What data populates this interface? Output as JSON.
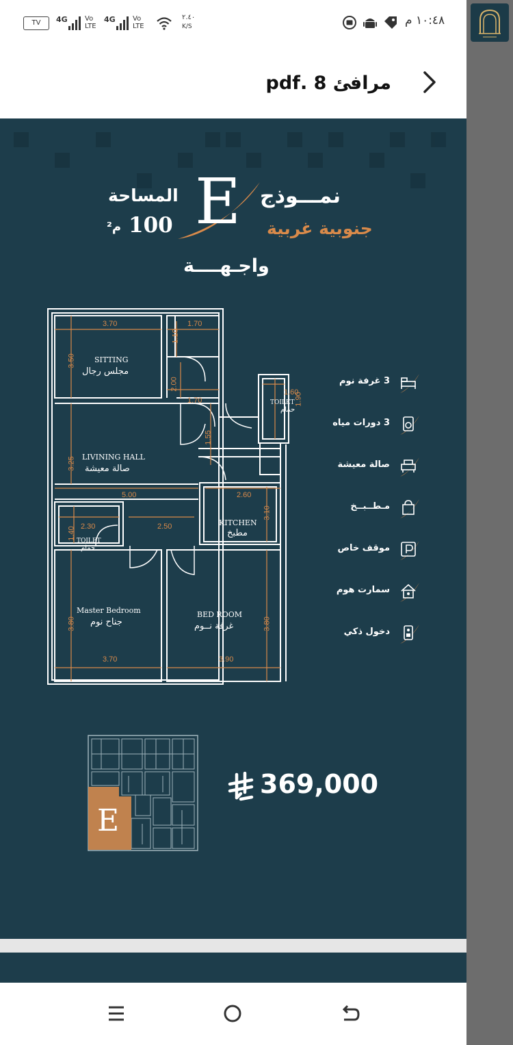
{
  "status_bar": {
    "left_badge": "TV",
    "net1": "4G",
    "volte1": "Vo LTE",
    "net2": "4G",
    "volte2": "Vo LTE",
    "speed_value": "٢.٤٠",
    "speed_unit": "K/S",
    "time": "١٠:٤٨ م"
  },
  "header": {
    "title": "مرافئ 8 .pdf"
  },
  "flyer": {
    "model_label": "نمـــوذج",
    "model_letter": "E",
    "orientation": "جنوبية غربية",
    "area_label": "المساحة",
    "area_value": "100",
    "area_unit": "م²",
    "facade": "واجـهــــة",
    "rooms": {
      "sitting_en": "SITTING",
      "sitting_ar": "مجلس رجال",
      "living_en": "LIVINING HALL",
      "living_ar": "صالة معيشة",
      "toilet1_en": "TOILET",
      "toilet1_ar": "حمام",
      "toilet2_en": "TOILET",
      "toilet2_ar": "حمام",
      "kitchen_en": "KITCHEN",
      "kitchen_ar": "مطبخ",
      "master_en": "Master Bedroom",
      "master_ar": "جناح نوم",
      "bed_en": "BED ROOM",
      "bed_ar": "غرفة نــوم"
    },
    "dims": {
      "d_sitting_w": "3.70",
      "d_top_small": "1.70",
      "d_sitting_h": "3.50",
      "d_small_v1": "1.10",
      "d_corr_h": "2.00",
      "d_corr_w": "1.70",
      "d_toilet_w": "1.60",
      "d_toilet_h": "1.90",
      "d_living_h": "3.25",
      "d_hall_v": "1.55",
      "d_living_w": "5.00",
      "d_kitchen_w": "2.60",
      "d_kitchen_h": "3.10",
      "d_toilet2_w": "2.30",
      "d_mid": "2.50",
      "d_toilet2_h": "1.40",
      "d_master_h": "3.80",
      "d_bed_h": "3.80",
      "d_master_w": "3.70",
      "d_bed_w": "3.90"
    },
    "features": [
      {
        "label": "3 غرفة نوم",
        "icon": "bed-icon"
      },
      {
        "label": "3 دورات مياه",
        "icon": "toilet-icon"
      },
      {
        "label": "صالة معيشة",
        "icon": "sofa-icon"
      },
      {
        "label": "مـطــبــخ",
        "icon": "kitchen-icon"
      },
      {
        "label": "موقف خاص",
        "icon": "parking-icon"
      },
      {
        "label": "سمارت هوم",
        "icon": "smart-home-icon"
      },
      {
        "label": "دخول ذكي",
        "icon": "smart-lock-icon"
      }
    ],
    "keyplan_letter": "E",
    "price": "369,000"
  },
  "colors": {
    "flyer_bg": "#1d3d4b",
    "accent": "#d98a4a",
    "line": "#ffffff"
  }
}
